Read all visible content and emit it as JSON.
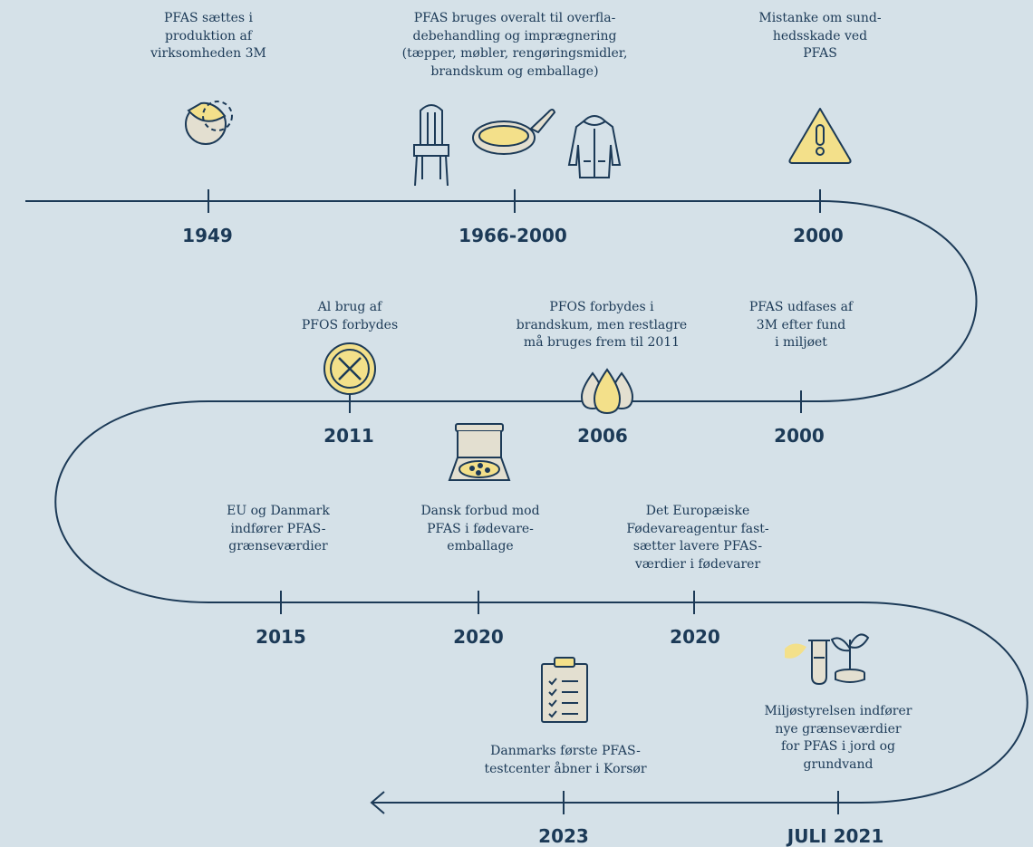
{
  "colors": {
    "background": "#d5e1e8",
    "line": "#1c3a57",
    "accent": "#f3e08a",
    "icon_fill_light": "#e3dfd0"
  },
  "events": [
    {
      "year": "1949",
      "text": "PFAS sættes i\nproduktion af\nvirksomheden 3M",
      "icon": "moon-icon"
    },
    {
      "year": "1966-2000",
      "text": "PFAS bruges overalt til overfla-\ndebehandling og imprægnering\n(tæpper, møbler, rengøringsmidler,\nbrandskum og emballage)",
      "icon": "chair-pan-jacket-icons"
    },
    {
      "year": "2000",
      "text": "Mistanke om sund-\nhedsskade ved\nPFAS",
      "icon": "warning-icon"
    },
    {
      "year": "2000",
      "text": "PFAS udfases af\n3M efter fund\ni miljøet",
      "icon": ""
    },
    {
      "year": "2006",
      "text": "PFOS forbydes i\nbrandskum, men restlagre\nmå bruges frem til 2011",
      "icon": "drops-icon"
    },
    {
      "year": "2011",
      "text": "Al brug af\nPFOS forbydes",
      "icon": "x-circle-icon"
    },
    {
      "year": "2015",
      "text": "EU og Danmark\nindfører PFAS-\ngrænseværdier",
      "icon": ""
    },
    {
      "year": "2020",
      "text": "Dansk forbud mod\nPFAS i fødevare-\nemballage",
      "icon": "pizza-box-icon"
    },
    {
      "year": "2020",
      "text": "Det Europæiske\nFødevareagentur fast-\nsætter lavere PFAS-\nværdier i fødevarer",
      "icon": ""
    },
    {
      "year": "JULI 2021",
      "text": "Miljøstyrelsen indfører\nnye grænseværdier\nfor PFAS i jord og\ngrundvand",
      "icon": "lab-plant-icon"
    },
    {
      "year": "2023",
      "text": "Danmarks første PFAS-\ntestcenter åbner i Korsør",
      "icon": "clipboard-icon"
    }
  ]
}
